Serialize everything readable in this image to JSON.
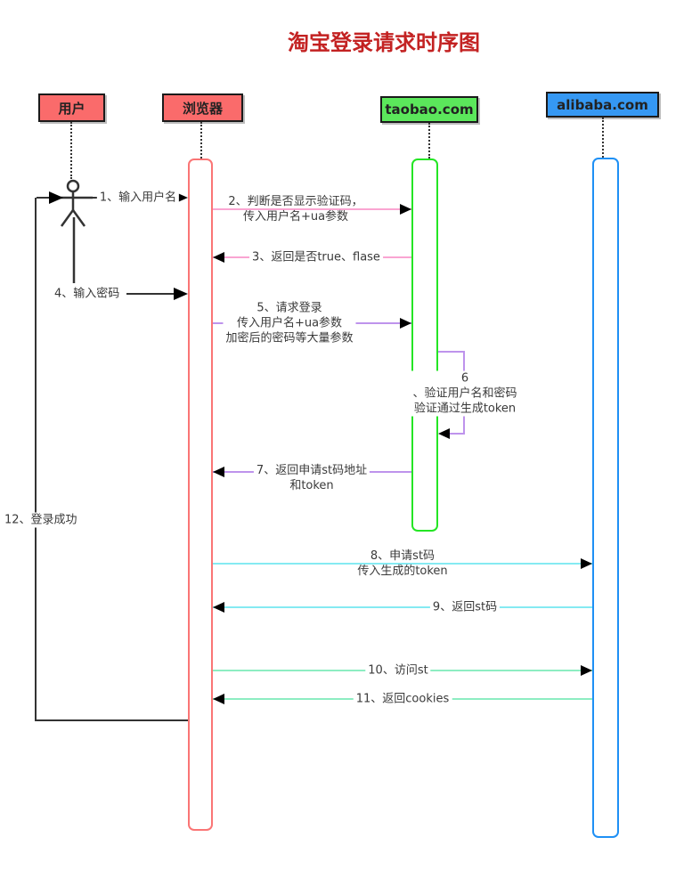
{
  "title": "淘宝登录请求时序图",
  "colors": {
    "title": "#C32222",
    "actor_red": "#FA6B6B",
    "actor_green": "#5BE75B",
    "actor_blue": "#3598F3",
    "bar_red": "#FA7575",
    "bar_green": "#24E524",
    "bar_blue": "#1E90F5",
    "pink": "#FAA5D2",
    "purple": "#BE93EC",
    "cyan": "#85EAF2",
    "mint": "#8DEDC2",
    "ink": "#333333"
  },
  "actors": [
    {
      "id": "user",
      "label": "用户",
      "type": "person"
    },
    {
      "id": "browser",
      "label": "浏览器",
      "type": "system"
    },
    {
      "id": "taobao",
      "label": "taobao.com",
      "type": "system"
    },
    {
      "id": "alibaba",
      "label": "alibaba.com",
      "type": "system"
    }
  ],
  "messages": [
    {
      "seq": "1",
      "from": "user",
      "to": "browser",
      "color": "black",
      "label": "1、输入用户名"
    },
    {
      "seq": "2",
      "from": "browser",
      "to": "taobao",
      "color": "pink",
      "label": "2、判断是否显示验证码，\n传入用户名+ua参数"
    },
    {
      "seq": "3",
      "from": "taobao",
      "to": "browser",
      "color": "pink",
      "label": "3、返回是否true、flase"
    },
    {
      "seq": "4",
      "from": "user",
      "to": "browser",
      "color": "black",
      "label": "4、输入密码"
    },
    {
      "seq": "5",
      "from": "browser",
      "to": "taobao",
      "color": "purple",
      "label": "5、请求登录\n传入用户名+ua参数\n加密后的密码等大量参数"
    },
    {
      "seq": "6",
      "from": "taobao",
      "to": "taobao",
      "color": "purple",
      "self": true,
      "label": "6\n、验证用户名和密码\n验证通过生成token"
    },
    {
      "seq": "7",
      "from": "taobao",
      "to": "browser",
      "color": "purple",
      "label": "7、返回申请st码地址\n和token"
    },
    {
      "seq": "8",
      "from": "browser",
      "to": "alibaba",
      "color": "cyan",
      "label": "8、申请st码\n传入生成的token"
    },
    {
      "seq": "9",
      "from": "alibaba",
      "to": "browser",
      "color": "cyan",
      "label": "9、返回st码"
    },
    {
      "seq": "10",
      "from": "browser",
      "to": "alibaba",
      "color": "mint",
      "label": "10、访问st"
    },
    {
      "seq": "11",
      "from": "alibaba",
      "to": "browser",
      "color": "mint",
      "label": "11、返回cookies"
    },
    {
      "seq": "12",
      "from": "browser",
      "to": "user",
      "color": "black",
      "label": "12、登录成功"
    }
  ]
}
